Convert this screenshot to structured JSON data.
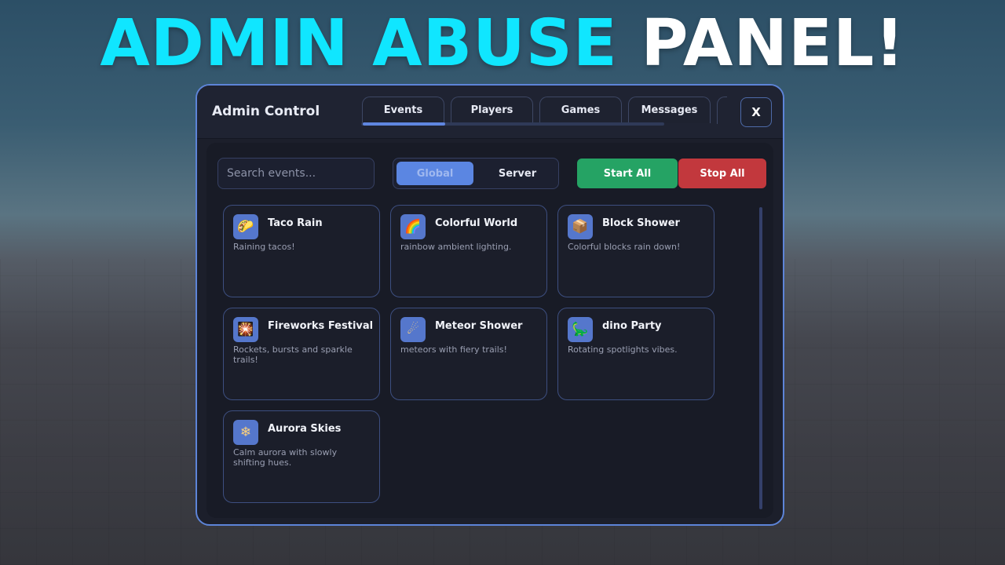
{
  "headline": {
    "part1": "ADMIN ABUSE",
    "part2": "PANEL!"
  },
  "panel": {
    "title": "Admin Control",
    "tabs": [
      {
        "label": "Events"
      },
      {
        "label": "Players"
      },
      {
        "label": "Games"
      },
      {
        "label": "Messages"
      }
    ],
    "close_label": "X",
    "search": {
      "placeholder": "Search events...",
      "value": ""
    },
    "scope_toggle": {
      "selected": "Global",
      "options": [
        "Global",
        "Server"
      ]
    },
    "start_all_label": "Start All",
    "stop_all_label": "Stop All",
    "events": [
      {
        "title": "Taco Rain",
        "description": "Raining tacos!",
        "icon": "taco-icon",
        "glyph": "🌮"
      },
      {
        "title": "Colorful World",
        "description": "rainbow ambient lighting.",
        "icon": "rainbow-icon",
        "glyph": "🌈"
      },
      {
        "title": "Block Shower",
        "description": "Colorful blocks rain down!",
        "icon": "block-icon",
        "glyph": "📦"
      },
      {
        "title": "Fireworks Festival",
        "description": "Rockets, bursts and sparkle trails!",
        "icon": "fireworks-icon",
        "glyph": "🎇"
      },
      {
        "title": "Meteor Shower",
        "description": "meteors with fiery trails!",
        "icon": "meteor-icon",
        "glyph": "☄"
      },
      {
        "title": "dino Party",
        "description": "Rotating spotlights vibes.",
        "icon": "dino-icon",
        "glyph": "🦕"
      },
      {
        "title": "Aurora Skies",
        "description": "Calm aurora with slowly shifting hues.",
        "icon": "snowflake-icon",
        "glyph": "❄"
      }
    ]
  },
  "colors": {
    "headline_accent": "#10e6ff",
    "panel_border": "#5d84d8",
    "start_button": "#25a364",
    "stop_button": "#c2383d",
    "toggle_active": "#5b86e2"
  }
}
